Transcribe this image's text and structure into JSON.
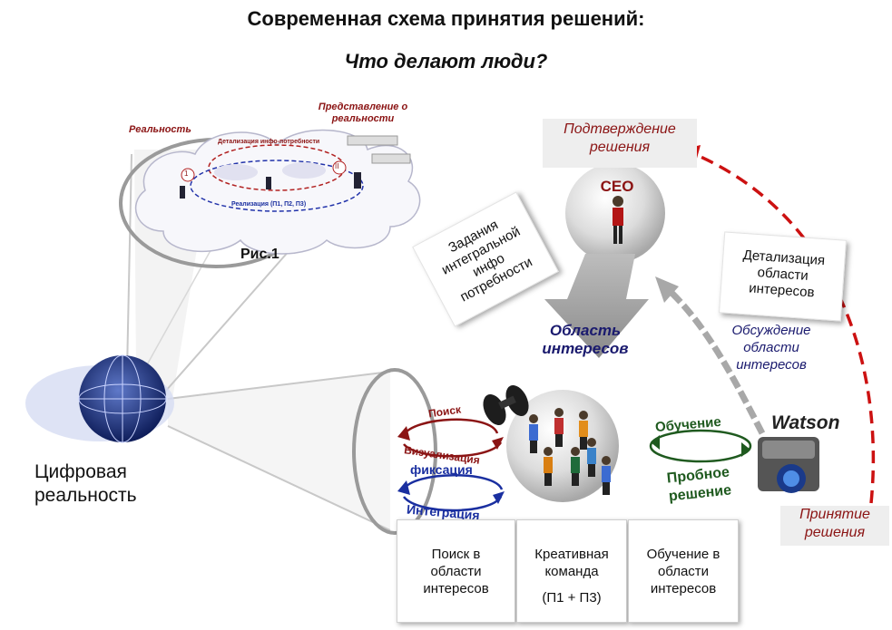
{
  "title": "Современная схема принятия решений:",
  "subtitle": "Что делают люди?",
  "left_label": "Цифровая реальность",
  "fig_label": "Рис.1",
  "fig1": {
    "reality": "Реальность",
    "representation": "Представление о реальности",
    "detail": "Детализация инфо-потребности",
    "realization": "Реализация (П1, П2, П3)",
    "marker1": "1",
    "marker2": "II"
  },
  "confirm": "Подтверждение решения",
  "ceo": "CEO",
  "tasks_card": "Задания интегральной инфо потребности",
  "area_interest": "Область интересов",
  "detail_card": "Детализация области интересов",
  "discussion": "Обсуждение области интересов",
  "watson": "Watson",
  "accept": "Принятие решения",
  "cycle_left": {
    "search": "Поиск",
    "visualization": "Визуализация",
    "fixation": "фиксация",
    "integration": "Интеграция"
  },
  "cycle_right": {
    "learning": "Обучение",
    "trial": "Пробное решение"
  },
  "columns": [
    {
      "line1": "Поиск в",
      "line2": "области",
      "line3": "интересов"
    },
    {
      "line1": "Креативная",
      "line2": "команда",
      "line3": "(П1 + П3)"
    },
    {
      "line1": "Обучение в",
      "line2": "области",
      "line3": "интересов"
    }
  ],
  "colors": {
    "dark_red": "#8b1414",
    "navy": "#1a1a6e",
    "dark_green": "#1f5a1f",
    "dashed_red": "#cc1111"
  }
}
